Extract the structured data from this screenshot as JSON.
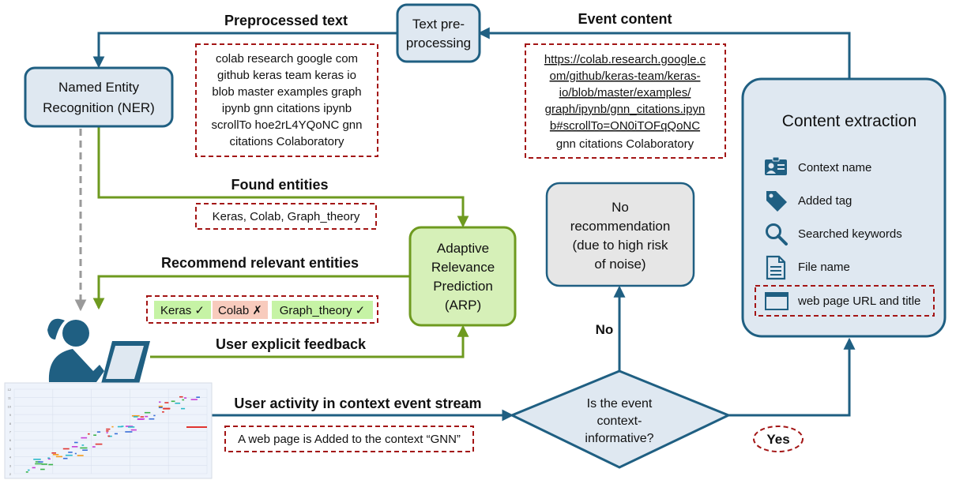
{
  "labels": {
    "preprocessed_text": "Preprocessed text",
    "event_content": "Event content",
    "found_entities": "Found entities",
    "recommend_relevant": "Recommend relevant entities",
    "user_feedback": "User explicit feedback",
    "user_activity": "User activity in context event stream",
    "no": "No",
    "yes": "Yes"
  },
  "nodes": {
    "text_preprocessing": [
      "Text pre-",
      "processing"
    ],
    "ner": [
      "Named Entity",
      "Recognition (NER)"
    ],
    "arp": [
      "Adaptive",
      "Relevance",
      "Prediction",
      "(ARP)"
    ],
    "no_recommendation": [
      "No",
      "recommendation",
      "(due to high risk",
      "of noise)"
    ],
    "decision": [
      "Is the event",
      "context-",
      "informative?"
    ]
  },
  "preprocessed_lines": [
    "colab research google com",
    "github keras team keras io",
    "blob master examples graph",
    "ipynb gnn citations ipynb",
    "scrollTo hoe2rL4YQoNC gnn",
    "citations Colaboratory"
  ],
  "event_content_lines": [
    "https://colab.research.google.c",
    "om/github/keras-team/keras-",
    "io/blob/master/examples/",
    "graph/ipynb/gnn_citations.ipyn",
    "b#scrollTo=ON0iTOFqQoNC",
    "gnn citations Colaboratory"
  ],
  "found_entities_text": "Keras, Colab, Graph_theory",
  "feedback_items": [
    {
      "label": "Keras",
      "mark": "✓",
      "accepted": true
    },
    {
      "label": "Colab",
      "mark": "✗",
      "accepted": false
    },
    {
      "label": "Graph_theory",
      "mark": "✓",
      "accepted": true
    }
  ],
  "event_example": "A web page is Added to the context “GNN”",
  "content_extraction": {
    "title": "Content extraction",
    "items": [
      {
        "icon": "id-card-icon",
        "label": "Context name"
      },
      {
        "icon": "tag-icon",
        "label": "Added tag"
      },
      {
        "icon": "search-icon",
        "label": "Searched keywords"
      },
      {
        "icon": "file-icon",
        "label": "File name"
      },
      {
        "icon": "browser-window-icon",
        "label": "web page URL and title"
      }
    ]
  },
  "stream_chart": {
    "y_ticks": [
      "12",
      "11",
      "10",
      "9",
      "8",
      "7",
      "6",
      "5",
      "4",
      "3",
      "2"
    ]
  },
  "colors": {
    "blue": "#1f5f82",
    "green": "#6e9a1f",
    "red_dash": "#a31515",
    "node_fill": "#dfe8f1",
    "arp_fill": "#d6f0b8",
    "gray_fill": "#e6e6e6",
    "accept_fill": "#c6f3a5",
    "reject_fill": "#f8cbbd"
  }
}
